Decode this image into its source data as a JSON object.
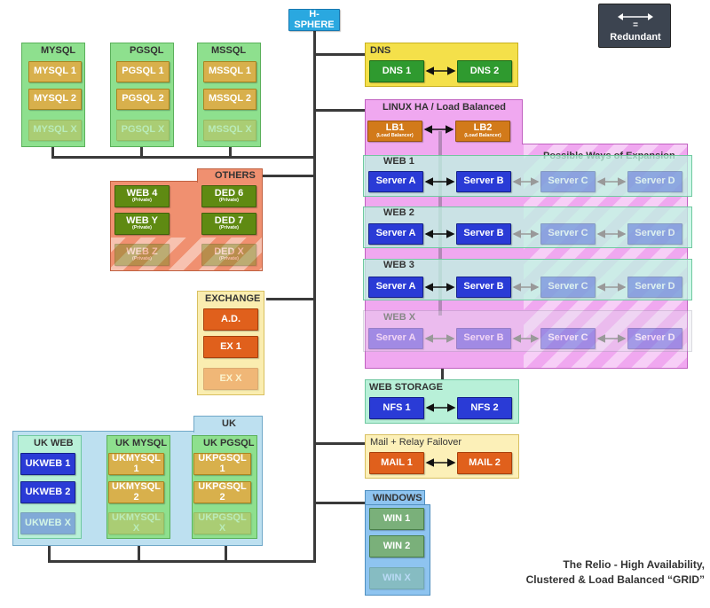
{
  "root": {
    "label": "H-SPHERE"
  },
  "legend": {
    "eq": "=",
    "label": "Redundant"
  },
  "title": {
    "line1": "The Relio - High Availability,",
    "line2": "Clustered & Load Balanced “GRID”"
  },
  "mysql": {
    "label": "MYSQL",
    "items": [
      "MYSQL 1",
      "MYSQL 2",
      "MYSQL X"
    ]
  },
  "pgsql": {
    "label": "PGSQL",
    "items": [
      "PGSQL 1",
      "PGSQL 2",
      "PGSQL X"
    ]
  },
  "mssql": {
    "label": "MSSQL",
    "items": [
      "MSSQL 1",
      "MSSQL 2",
      "MSSQL X"
    ]
  },
  "others": {
    "label": "OTHERS",
    "items": [
      {
        "name": "WEB 4",
        "sub": "(Private)"
      },
      {
        "name": "DED 6",
        "sub": "(Private)"
      },
      {
        "name": "WEB Y",
        "sub": "(Private)"
      },
      {
        "name": "DED 7",
        "sub": "(Private)"
      },
      {
        "name": "WEB Z",
        "sub": "(Private)"
      },
      {
        "name": "DED X",
        "sub": "(Private)"
      }
    ]
  },
  "exchange": {
    "label": "EXCHANGE",
    "items": [
      "A.D.",
      "EX 1",
      "EX X"
    ]
  },
  "uk": {
    "label": "UK",
    "web": {
      "label": "UK WEB",
      "items": [
        "UKWEB 1",
        "UKWEB 2",
        "UKWEB X"
      ]
    },
    "mysql": {
      "label": "UK MYSQL",
      "items": [
        "UKMYSQL 1",
        "UKMYSQL 2",
        "UKMYSQL X"
      ]
    },
    "pgsql": {
      "label": "UK PGSQL",
      "items": [
        "UKPGSQL 1",
        "UKPGSQL 2",
        "UKPGSQL X"
      ]
    }
  },
  "dns": {
    "label": "DNS",
    "items": [
      "DNS 1",
      "DNS 2"
    ]
  },
  "linux": {
    "label": "LINUX HA / Load Balanced",
    "lb1": {
      "name": "LB1",
      "sub": "(Load Balancer)"
    },
    "lb2": {
      "name": "LB2",
      "sub": "(Load Balancer)"
    },
    "expansion": "Possible Ways of Expansion",
    "rows": [
      {
        "label": "WEB 1",
        "servers": [
          "Server A",
          "Server B",
          "Server C",
          "Server D"
        ]
      },
      {
        "label": "WEB 2",
        "servers": [
          "Server A",
          "Server B",
          "Server C",
          "Server D"
        ]
      },
      {
        "label": "WEB 3",
        "servers": [
          "Server A",
          "Server B",
          "Server C",
          "Server D"
        ]
      },
      {
        "label": "WEB X",
        "servers": [
          "Server A",
          "Server B",
          "Server C",
          "Server D"
        ]
      }
    ]
  },
  "storage": {
    "label": "WEB STORAGE",
    "items": [
      "NFS 1",
      "NFS 2"
    ]
  },
  "mail": {
    "label": "Mail + Relay Failover",
    "items": [
      "MAIL 1",
      "MAIL 2"
    ]
  },
  "windows": {
    "label": "WINDOWS",
    "items": [
      "WIN 1",
      "WIN 2",
      "WIN X"
    ]
  },
  "colors": {
    "mysql_group": "#8ee08e",
    "others_group": "#f09070",
    "exchange_group": "#faedb0",
    "uk_group": "#bde0f0",
    "dns_group": "#f4e04a",
    "linux_group": "#f0a8f0",
    "storage_group": "#b8f0d8",
    "mail_group": "#fcf0b8",
    "windows_group": "#8ec4f0",
    "server": "#2a3bd6",
    "gold": "#d8b04c",
    "orange": "#e0601c"
  }
}
